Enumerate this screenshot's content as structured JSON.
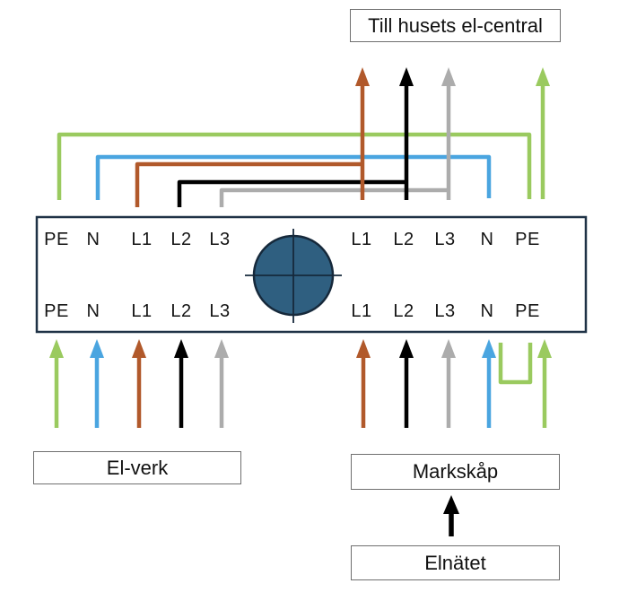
{
  "title": "Till husets el-central",
  "source_labels": {
    "el_verk": "El-verk",
    "markskap": "Markskåp",
    "elnatet": "Elnätet"
  },
  "terminals": {
    "top_left": [
      "PE",
      "N",
      "L1",
      "L2",
      "L3"
    ],
    "top_right": [
      "L1",
      "L2",
      "L3",
      "N",
      "PE"
    ],
    "bottom_left": [
      "PE",
      "N",
      "L1",
      "L2",
      "L3"
    ],
    "bottom_right": [
      "L1",
      "L2",
      "L3",
      "N",
      "PE"
    ]
  },
  "colors": {
    "pe": "#9ACA5F",
    "n": "#4AA5E0",
    "l1": "#B1592B",
    "l2": "#000000",
    "l3": "#ACACAC",
    "switch_fill": "#2F5F80",
    "switch_stroke": "#16293B",
    "box_border": "#1F3246",
    "label_box_border": "#6F6F6F"
  }
}
